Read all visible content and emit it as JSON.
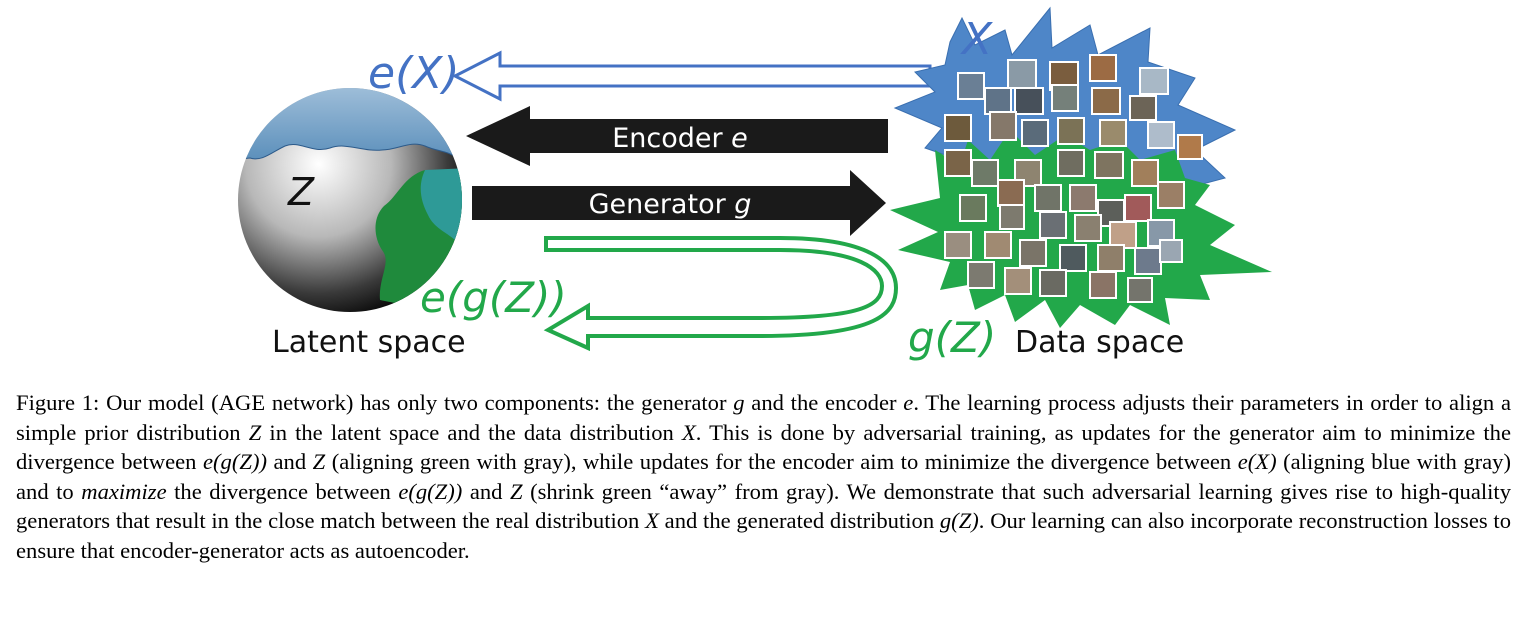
{
  "labels": {
    "e_of_x": "e(X)",
    "x": "X",
    "z": "Z",
    "encoder_prefix": "Encoder ",
    "encoder_var": "e",
    "generator_prefix": "Generator ",
    "generator_var": "g",
    "e_of_g_of_z": "e(g(Z))",
    "g_of_z": "g(Z)",
    "latent_space": "Latent space",
    "data_space": "Data space"
  },
  "colors": {
    "blue": "#4472c4",
    "green": "#22a84a",
    "dark": "#1a1a1a",
    "dark_green": "#137a35",
    "teal": "#2e9a97"
  },
  "caption": {
    "p1": "Figure 1: Our model (AGE network) has only two components: the generator ",
    "m1": "g",
    "p2": " and the encoder ",
    "m2": "e",
    "p3": ". The learning process adjusts their parameters in order to align a simple prior distribution ",
    "m3": "Z",
    "p4": " in the latent space and the data distribution ",
    "m4": "X",
    "p5": ". This is done by adversarial training, as updates for the generator aim to minimize the divergence between ",
    "m5": "e(g(Z))",
    "p6": " and ",
    "m6": "Z",
    "p7": " (aligning green with gray), while updates for the encoder aim to minimize the divergence between ",
    "m7": "e(X)",
    "p8": " (aligning blue with gray) and to ",
    "em1": "maximize",
    "p9": " the divergence between ",
    "m8": "e(g(Z))",
    "p10": " and ",
    "m9": "Z",
    "p11": " (shrink green “away” from gray). We demonstrate that such adversarial learning gives rise to high-quality generators that result in the close match between the real distribution ",
    "m10": "X",
    "p12": " and the generated distribution ",
    "m11": "g(Z)",
    "p13": ". Our learning can also incorporate reconstruction losses to ensure that encoder-generator acts as autoencoder."
  }
}
